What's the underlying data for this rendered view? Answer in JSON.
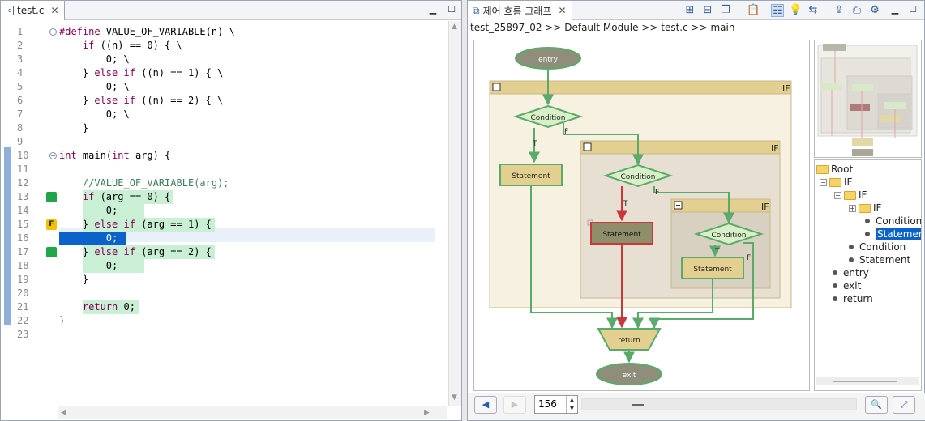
{
  "editor": {
    "tab_title": "test.c",
    "lines": [
      {
        "n": "1",
        "text": "#define VALUE_OF_VARIABLE(n) \\"
      },
      {
        "n": "2",
        "text": "    if ((n) == 0) { \\"
      },
      {
        "n": "3",
        "text": "        0; \\"
      },
      {
        "n": "4",
        "text": "    } else if ((n) == 1) { \\"
      },
      {
        "n": "5",
        "text": "        0; \\"
      },
      {
        "n": "6",
        "text": "    } else if ((n) == 2) { \\"
      },
      {
        "n": "7",
        "text": "        0; \\"
      },
      {
        "n": "8",
        "text": "    }"
      },
      {
        "n": "9",
        "text": ""
      },
      {
        "n": "10",
        "text": "int main(int arg) {"
      },
      {
        "n": "11",
        "text": ""
      },
      {
        "n": "12",
        "text": "    //VALUE_OF_VARIABLE(arg);"
      },
      {
        "n": "13",
        "text": "    if (arg == 0) {"
      },
      {
        "n": "14",
        "text": "        0;"
      },
      {
        "n": "15",
        "text": "    } else if (arg == 1) {"
      },
      {
        "n": "16",
        "text": "        0;"
      },
      {
        "n": "17",
        "text": "    } else if (arg == 2) {"
      },
      {
        "n": "18",
        "text": "        0;"
      },
      {
        "n": "19",
        "text": "    }"
      },
      {
        "n": "20",
        "text": ""
      },
      {
        "n": "21",
        "text": "    return 0;"
      },
      {
        "n": "22",
        "text": "}"
      },
      {
        "n": "23",
        "text": ""
      }
    ],
    "marker_f": "F"
  },
  "graph_view": {
    "tab_title": "제어 흐름 그래프",
    "breadcrumb": "test_25897_02 >> Default Module >> test.c >> main",
    "nodes": {
      "entry": "entry",
      "exit": "exit",
      "return": "return",
      "condition": "Condition",
      "statement": "Statement",
      "if": "IF",
      "true_label": "T",
      "false_label": "F"
    },
    "tree": {
      "root": "Root",
      "if": "IF",
      "condition": "Condition",
      "statement": "Statemen",
      "statement_full": "Statement",
      "entry": "entry",
      "exit": "exit",
      "return": "return"
    },
    "page_number": "156",
    "colors": {
      "covered": "#c9efd4",
      "true_marker": "#1fa54a",
      "false_marker": "#f5c000",
      "edge_green": "#5aaa6a",
      "edge_red": "#c8383a",
      "node_fill": "#e3cf8f",
      "terminal_fill": "#8e8e7a",
      "selection": "#0b63c9"
    }
  }
}
